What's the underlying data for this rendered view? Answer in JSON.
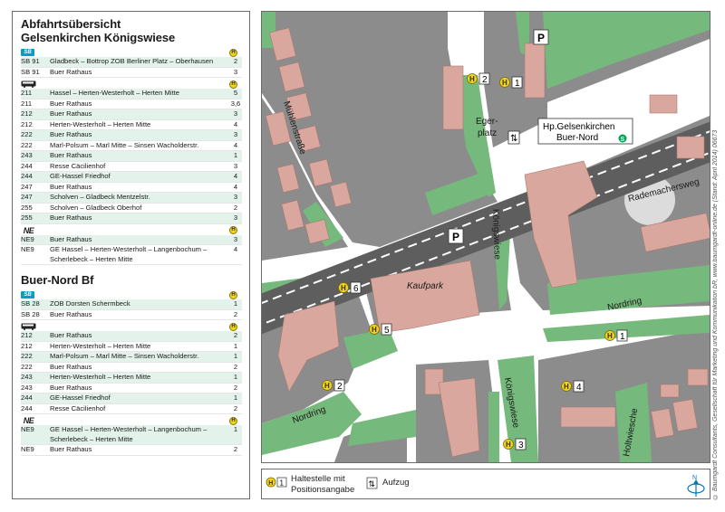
{
  "panel": {
    "stop1": {
      "title_line1": "Abfahrtsübersicht",
      "title_line2": "Gelsenkirchen Königswiese",
      "groups": [
        {
          "mode": "SB",
          "rows": [
            {
              "line": "SB 91",
              "dest": "Gladbeck – Bottrop ZOB Berliner Platz – Oberhausen",
              "pos": "2"
            },
            {
              "line": "SB 91",
              "dest": "Buer Rathaus",
              "pos": "3"
            }
          ]
        },
        {
          "mode": "bus",
          "rows": [
            {
              "line": "211",
              "dest": "Hassel – Herten-Westerholt – Herten Mitte",
              "pos": "5"
            },
            {
              "line": "211",
              "dest": "Buer Rathaus",
              "pos": "3,6"
            },
            {
              "line": "212",
              "dest": "Buer Rathaus",
              "pos": "3"
            },
            {
              "line": "212",
              "dest": "Herten-Westerholt – Herten Mitte",
              "pos": "4"
            },
            {
              "line": "222",
              "dest": "Buer Rathaus",
              "pos": "3"
            },
            {
              "line": "222",
              "dest": "Marl-Polsum – Marl Mitte – Sinsen Wacholderstr.",
              "pos": "4"
            },
            {
              "line": "243",
              "dest": "Buer Rathaus",
              "pos": "1"
            },
            {
              "line": "244",
              "dest": "Resse Cäcilienhof",
              "pos": "3"
            },
            {
              "line": "244",
              "dest": "GE-Hassel Friedhof",
              "pos": "4"
            },
            {
              "line": "247",
              "dest": "Buer Rathaus",
              "pos": "4"
            },
            {
              "line": "247",
              "dest": "Scholven – Gladbeck Mentzelstr.",
              "pos": "3"
            },
            {
              "line": "255",
              "dest": "Scholven – Gladbeck Oberhof",
              "pos": "2"
            },
            {
              "line": "255",
              "dest": "Buer Rathaus",
              "pos": "3"
            }
          ]
        },
        {
          "mode": "NE",
          "rows": [
            {
              "line": "NE9",
              "dest": "Buer Rathaus",
              "pos": "3"
            },
            {
              "line": "NE9",
              "dest": "GE Hassel – Herten-Westerholt – Langenbochum – Scherlebeck – Herten Mitte",
              "pos": "4"
            }
          ]
        }
      ]
    },
    "stop2": {
      "title": "Buer-Nord Bf",
      "groups": [
        {
          "mode": "SB",
          "rows": [
            {
              "line": "SB 28",
              "dest": "ZOB Dorsten Schermbeck",
              "pos": "1"
            },
            {
              "line": "SB 28",
              "dest": "Buer Rathaus",
              "pos": "2"
            }
          ]
        },
        {
          "mode": "bus",
          "rows": [
            {
              "line": "212",
              "dest": "Buer Rathaus",
              "pos": "2"
            },
            {
              "line": "212",
              "dest": "Herten-Westerholt – Herten Mitte",
              "pos": "1"
            },
            {
              "line": "222",
              "dest": "Marl-Polsum – Marl Mitte – Sinsen Wacholderstr.",
              "pos": "1"
            },
            {
              "line": "222",
              "dest": "Buer Rathaus",
              "pos": "2"
            },
            {
              "line": "243",
              "dest": "Herten-Westerholt – Herten Mitte",
              "pos": "1"
            },
            {
              "line": "243",
              "dest": "Buer Rathaus",
              "pos": "2"
            },
            {
              "line": "244",
              "dest": "GE-Hassel Friedhof",
              "pos": "1"
            },
            {
              "line": "244",
              "dest": "Resse Cäcilienhof",
              "pos": "2"
            }
          ]
        },
        {
          "mode": "NE",
          "rows": [
            {
              "line": "NE9",
              "dest": "GE Hassel – Herten-Westerholt – Langenbochum – Scherlebeck – Herten Mitte",
              "pos": "1"
            },
            {
              "line": "NE9",
              "dest": "Buer Rathaus",
              "pos": "2"
            }
          ]
        }
      ]
    },
    "mode_labels": {
      "SB": "SB",
      "NE": "NE"
    },
    "position_header": "H"
  },
  "map": {
    "streets": {
      "muehlenstrasse": "Mühlenstraße",
      "rademacherweg": "Rademachersweg",
      "koenigswiese_north": "Königswiese",
      "koenigswiese_south": "Königswiese",
      "nordring_east": "Nordring",
      "nordring_west": "Nordring",
      "holtwiesche": "Holtwiesche"
    },
    "places": {
      "egerplatz_1": "Eger-",
      "egerplatz_2": "platz",
      "kaufpark": "Kaufpark",
      "station_1": "Hp.Gelsenkirchen",
      "station_2": "Buer-Nord",
      "parking": "P"
    },
    "stop_positions": [
      "1",
      "2",
      "3",
      "4",
      "5",
      "6",
      "1",
      "2"
    ],
    "stop_symbol": "H",
    "s_symbol": "S",
    "elevator_symbol": "⇅",
    "colors": {
      "road": "#ffffff",
      "block": "#8c8c8c",
      "green": "#76b97c",
      "building": "#d9a79d",
      "water": "#c9d7da",
      "stop_yellow": "#f2d31b"
    }
  },
  "legend": {
    "stop_label_1": "Haltestelle mit",
    "stop_label_2": "Positionsangabe",
    "stop_sample_num": "1",
    "elevator_label": "Aufzug",
    "north": "N"
  },
  "copyright": "© Baumgardt Consultants, Gesellschaft für Marketing und Kommunikation bR, www.baumgardt-online.de (Stand: April 2014) 06673"
}
